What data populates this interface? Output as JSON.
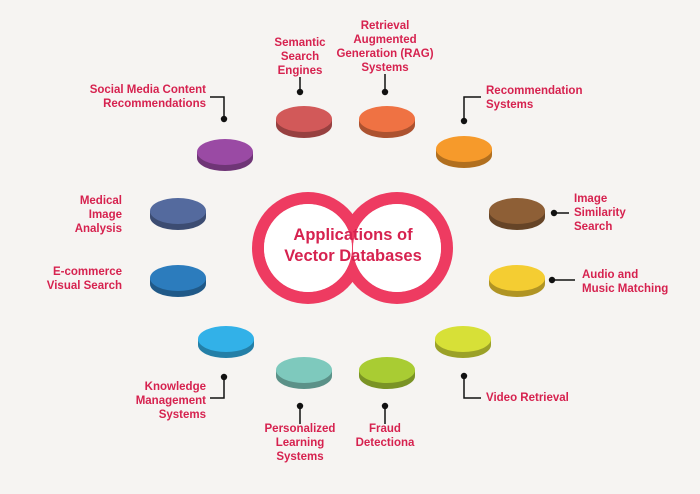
{
  "center": {
    "title_line1": "Applications of",
    "title_line2": "Vector Databases",
    "ring_color": "#ee3b61"
  },
  "applications": [
    {
      "key": "social",
      "lines": [
        "Social Media Content",
        "Recommendations"
      ],
      "color": "#9a4aa4"
    },
    {
      "key": "semantic",
      "lines": [
        "Semantic",
        "Search",
        "Engines"
      ],
      "color": "#d25959"
    },
    {
      "key": "rag",
      "lines": [
        "Retrieval",
        "Augmented",
        "Generation (RAG)",
        "Systems"
      ],
      "color": "#ef7243"
    },
    {
      "key": "recommendation",
      "lines": [
        "Recommendation",
        "Systems"
      ],
      "color": "#f69a2b"
    },
    {
      "key": "medical",
      "lines": [
        "Medical",
        "Image",
        "Analysis"
      ],
      "color": "#546a9e"
    },
    {
      "key": "image",
      "lines": [
        "Image",
        "Similarity",
        "Search"
      ],
      "color": "#8e5f36"
    },
    {
      "key": "ecommerce",
      "lines": [
        "E-commerce",
        "Visual Search"
      ],
      "color": "#2c7cbd"
    },
    {
      "key": "audio",
      "lines": [
        "Audio and",
        "Music Matching"
      ],
      "color": "#f4cd32"
    },
    {
      "key": "knowledge",
      "lines": [
        "Knowledge",
        "Management",
        "Systems"
      ],
      "color": "#32b1e8"
    },
    {
      "key": "video",
      "lines": [
        "Video Retrieval"
      ],
      "color": "#d7e037"
    },
    {
      "key": "learning",
      "lines": [
        "Personalized",
        "Learning",
        "Systems"
      ],
      "color": "#7ec9bd"
    },
    {
      "key": "fraud",
      "lines": [
        "Fraud",
        "Detectiona"
      ],
      "color": "#a9cc33"
    }
  ]
}
